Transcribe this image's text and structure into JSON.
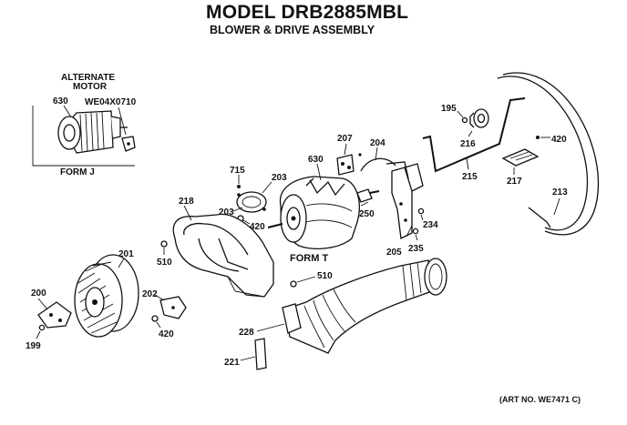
{
  "header": {
    "title": "MODEL DRB2885MBL",
    "subtitle": "BLOWER & DRIVE ASSEMBLY"
  },
  "footer": {
    "art_no": "(ART NO. WE7471 C)"
  },
  "inset": {
    "title_line1": "ALTERNATE",
    "title_line2": "MOTOR",
    "part_630": "630",
    "part_number": "WE04X0710",
    "form": "FORM J"
  },
  "form_t": "FORM T",
  "labels": {
    "p195": "195",
    "p216": "216",
    "p420_top": "420",
    "p207": "207",
    "p204": "204",
    "p715": "715",
    "p203_a": "203",
    "p630": "630",
    "p203_b": "203",
    "p420_mid": "420",
    "p250": "250",
    "p215": "215",
    "p217": "217",
    "p213": "213",
    "p218": "218",
    "p234": "234",
    "p205": "205",
    "p235": "235",
    "p201": "201",
    "p510_a": "510",
    "p510_b": "510",
    "p200": "200",
    "p202": "202",
    "p199": "199",
    "p420_low": "420",
    "p228": "228",
    "p221": "221"
  }
}
